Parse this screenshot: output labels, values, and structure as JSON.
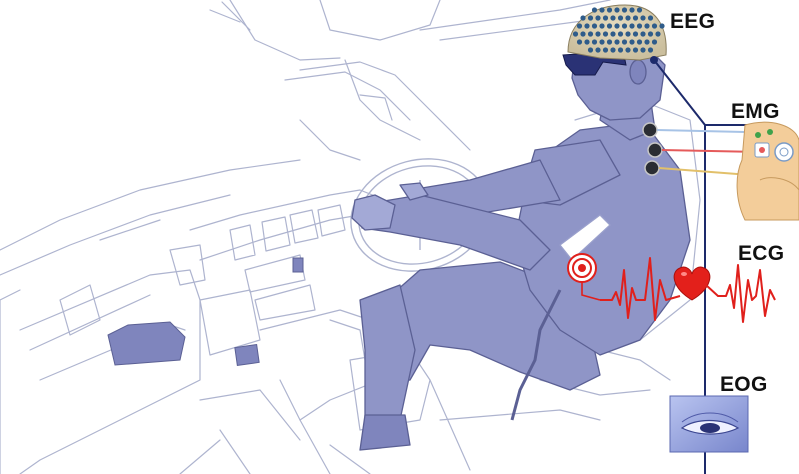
{
  "labels": {
    "eeg": "EEG",
    "emg": "EMG",
    "ecg": "ECG",
    "eog": "EOG"
  },
  "colors": {
    "line_art": "#aeb4cf",
    "driver_fill": "#8f95c7",
    "driver_stroke": "#5b6094",
    "signal_wire": "#1d2a6b",
    "ecg_trace": "#e0201c",
    "heart": "#e3201b",
    "eeg_cap": "#2f5c8a",
    "skin": "#f3cd9a"
  },
  "icons": [
    "eeg-cap-icon",
    "emg-arm-icon",
    "heart-icon",
    "ecg-electrode-icon",
    "eye-icon"
  ]
}
